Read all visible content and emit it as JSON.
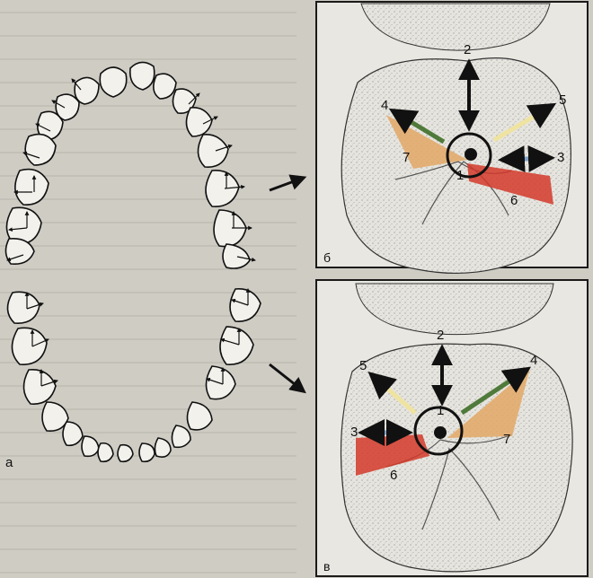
{
  "figure": {
    "panel_a_label": "а",
    "panel_b_label": "б",
    "panel_c_label": "в"
  },
  "panel_b": {
    "numbers": [
      "1",
      "2",
      "3",
      "4",
      "5",
      "6",
      "7"
    ]
  },
  "panel_c": {
    "numbers": [
      "1",
      "2",
      "3",
      "4",
      "5",
      "6",
      "7"
    ]
  },
  "colors": {
    "page": "#cfccc4",
    "tooth": "#e4e2dc",
    "frame": "#1a1a1a",
    "green_arrow": "#4f7a3a",
    "yellow_arrow": "#efe3a0",
    "blue_arrow": "#7fa2c8",
    "red_zone": "#d23a2a",
    "orange_zone": "#e2a866"
  }
}
